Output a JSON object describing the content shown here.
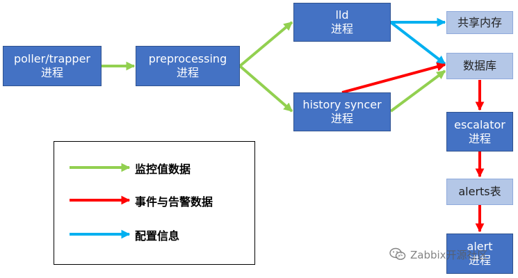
{
  "colors": {
    "node_dark": "#4472c4",
    "node_light": "#b4c7e7",
    "arrow_monitoring": "#92d050",
    "arrow_event": "#ff0000",
    "arrow_config": "#00b0f0"
  },
  "nodes": {
    "poller": {
      "line1": "poller/trapper",
      "line2": "进程"
    },
    "preprocessing": {
      "line1": "preprocessing",
      "line2": "进程"
    },
    "lld": {
      "line1": "lld",
      "line2": "进程"
    },
    "history": {
      "line1": "history syncer",
      "line2": "进程"
    },
    "shared_memory": {
      "line1": "共享内存"
    },
    "database": {
      "line1": "数据库"
    },
    "escalator": {
      "line1": "escalator",
      "line2": "进程"
    },
    "alerts_table": {
      "line1": "alerts表"
    },
    "alert": {
      "line1": "alert",
      "line2": "进程"
    }
  },
  "legend": {
    "monitoring": "监控值数据",
    "event_alarm": "事件与告警数据",
    "config": "配置信息"
  },
  "watermark": {
    "text": "Zabbix开源社区",
    "icon": "wechat-icon"
  }
}
